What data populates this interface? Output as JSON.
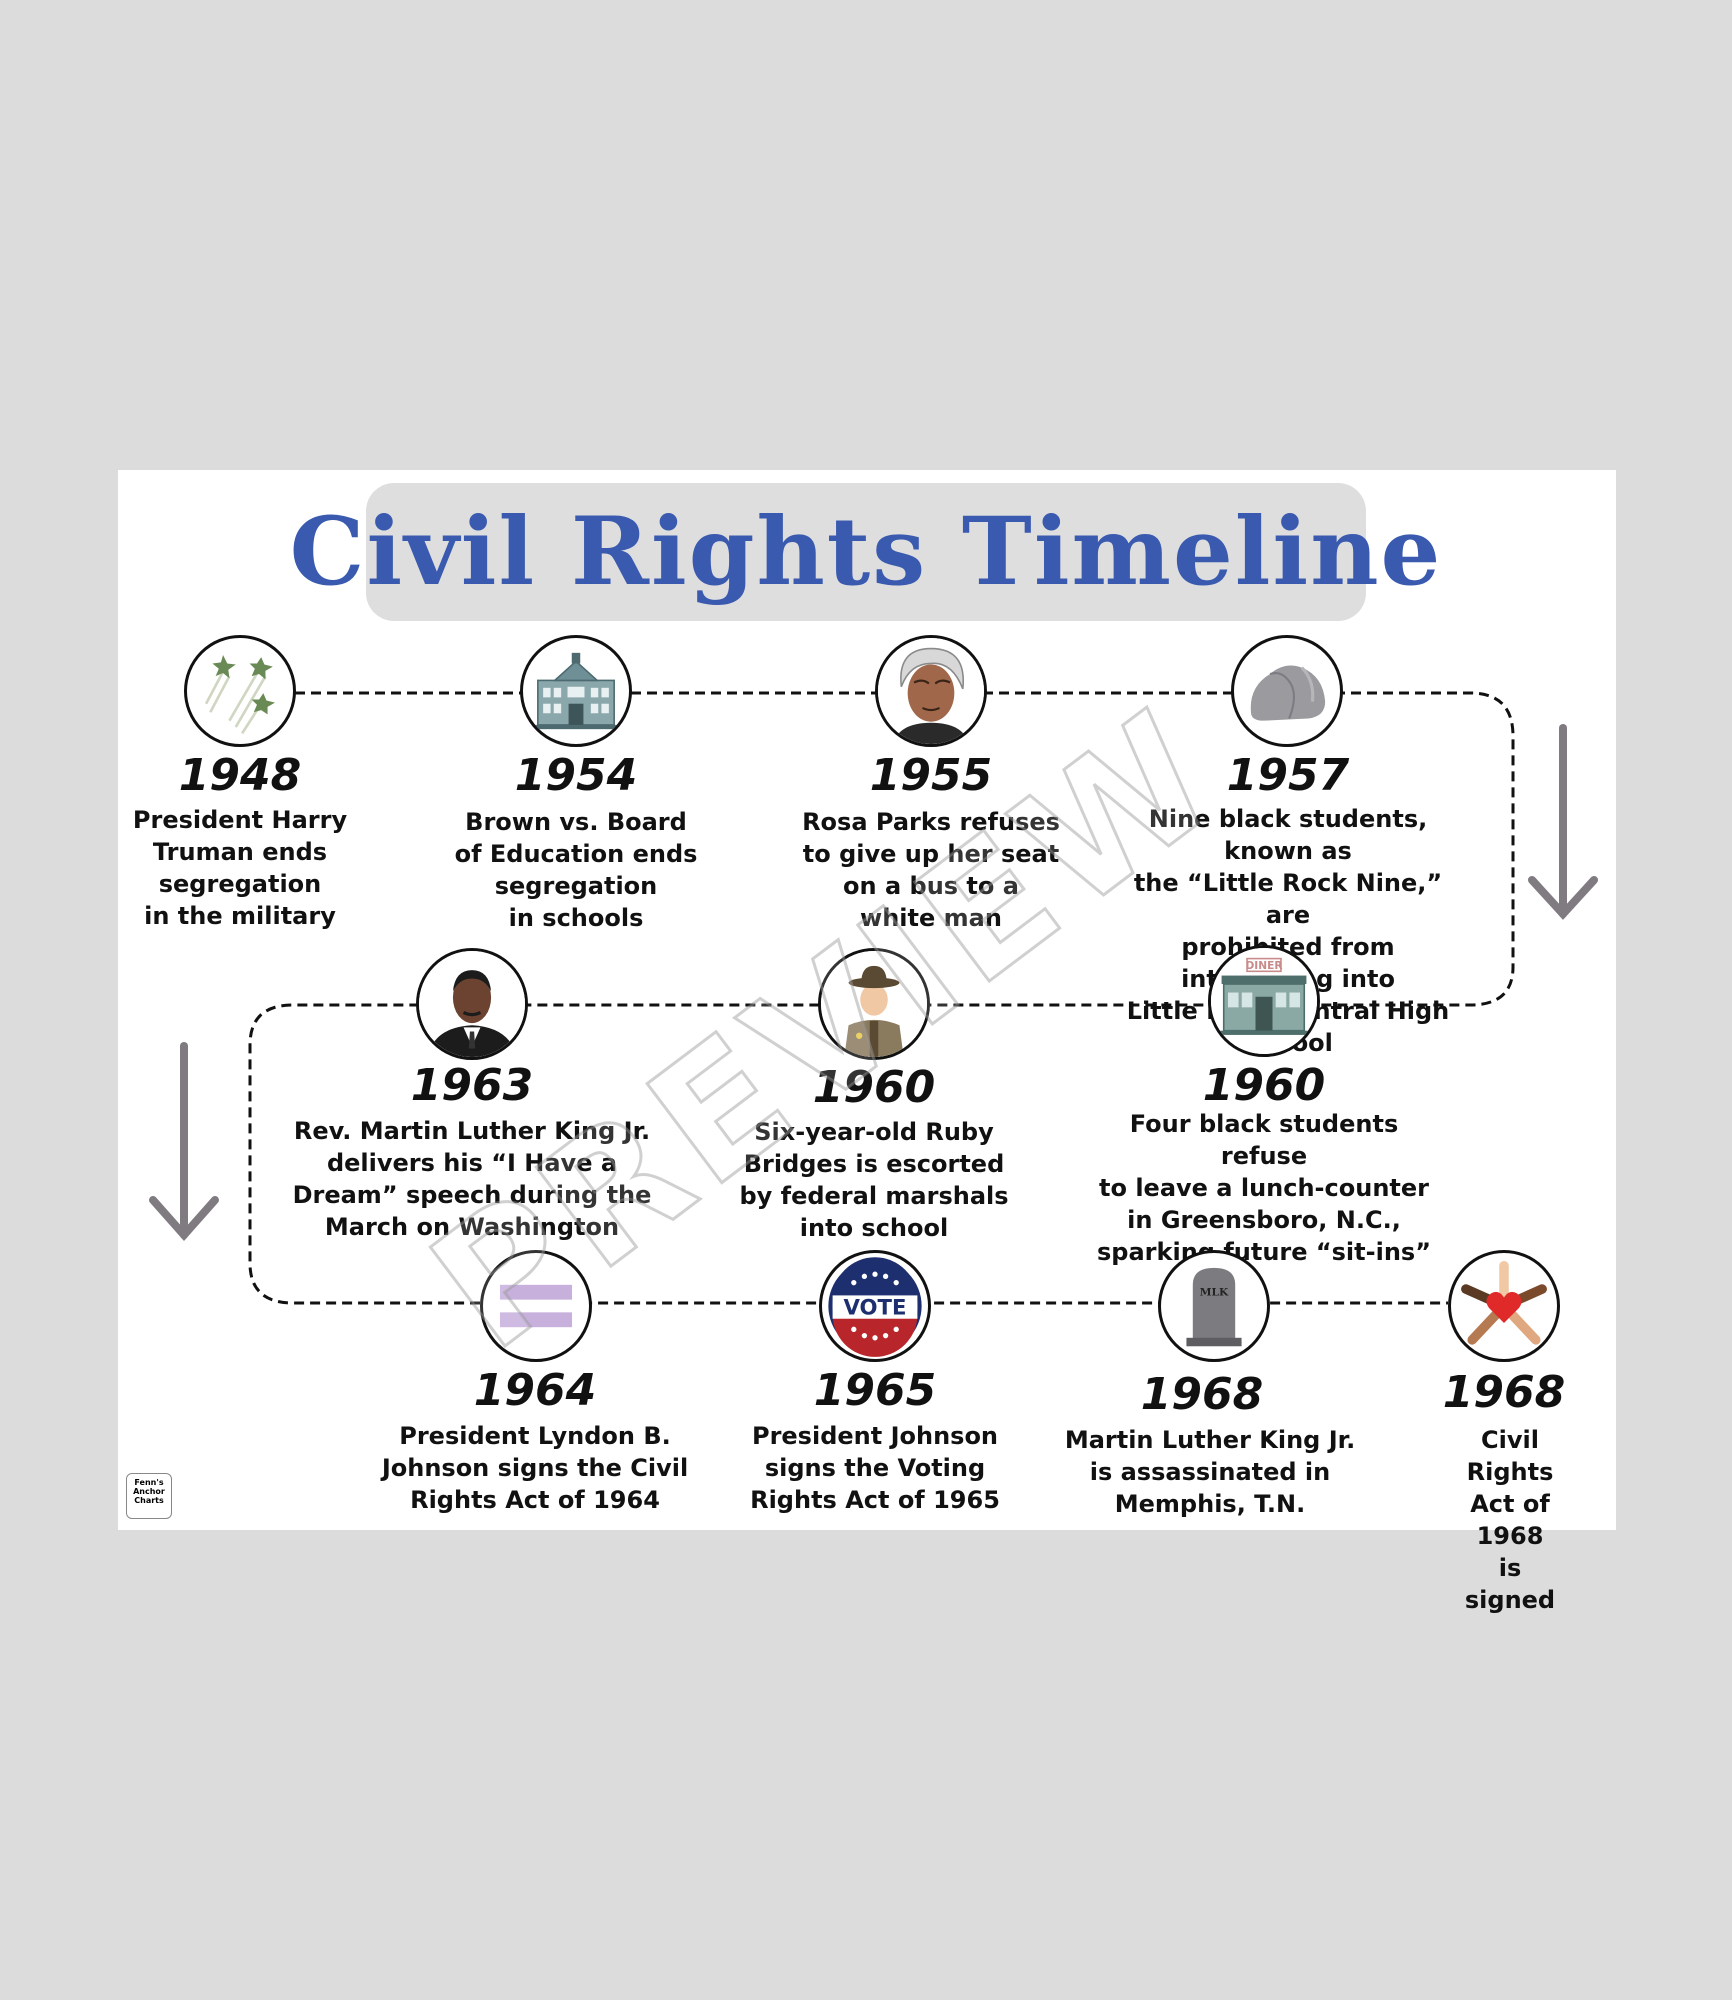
{
  "title": "Civil Rights Timeline",
  "watermark": "PREVIEW",
  "badge": "Fenn's Anchor Charts",
  "events": [
    {
      "year": "1948",
      "text": "President Harry\nTruman ends\nsegregation\nin the military",
      "icon": "fighter-jets-icon"
    },
    {
      "year": "1954",
      "text": "Brown vs. Board\nof Education ends\nsegregation\nin schools",
      "icon": "school-building-icon"
    },
    {
      "year": "1955",
      "text": "Rosa Parks refuses\nto give up her seat\non a bus to a\nwhite man",
      "icon": "rosa-parks-portrait-icon"
    },
    {
      "year": "1957",
      "text": "Nine black students, known as\nthe “Little Rock Nine,” are\nprohibited from integrating into\nLittle Rock Central High School",
      "icon": "rock-icon"
    },
    {
      "year": "1963",
      "text": "Rev. Martin Luther King Jr.\ndelivers his “I Have a\nDream” speech during the\nMarch on Washington",
      "icon": "mlk-portrait-icon"
    },
    {
      "year": "1960",
      "text": "Six-year-old Ruby\nBridges is escorted\nby federal marshals\ninto school",
      "icon": "marshal-icon"
    },
    {
      "year": "1960",
      "text": "Four black students refuse\nto leave a lunch-counter\nin Greensboro, N.C.,\nsparking future “sit-ins”",
      "icon": "diner-icon",
      "sign": "DINER"
    },
    {
      "year": "1964",
      "text": "President Lyndon B.\nJohnson signs the Civil\nRights Act of 1964",
      "icon": "equal-sign-icon"
    },
    {
      "year": "1965",
      "text": "President Johnson\nsigns the Voting\nRights Act of 1965",
      "icon": "vote-badge-icon",
      "badge_text": "VOTE"
    },
    {
      "year": "1968",
      "text": "Martin Luther King Jr.\nis assassinated in\nMemphis, T.N.",
      "icon": "tombstone-icon",
      "stone_text": "MLK"
    },
    {
      "year": "1968",
      "text": "Civil Rights\nAct of 1968\nis signed",
      "icon": "unity-hands-heart-icon"
    }
  ],
  "colors": {
    "title": "#3a5ab0",
    "arrow": "#7f7b80",
    "line": "#111111"
  }
}
